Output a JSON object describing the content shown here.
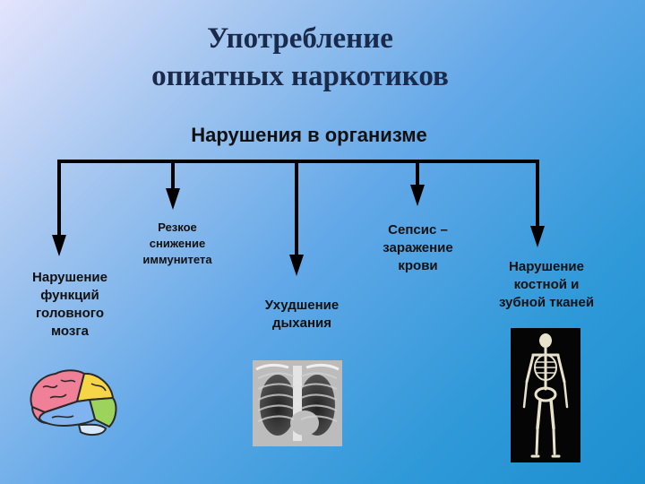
{
  "title_line1": "Употребление",
  "title_line2": "опиатных наркотиков",
  "subtitle": "Нарушения в организме",
  "effects": [
    {
      "lines": [
        "Нарушение",
        "функций",
        "головного",
        "мозга"
      ]
    },
    {
      "lines": [
        "Резкое",
        "снижение",
        "иммунитета"
      ]
    },
    {
      "lines": [
        "Ухудшение",
        "дыхания"
      ]
    },
    {
      "lines": [
        "Сепсис –",
        "заражение",
        "крови"
      ]
    },
    {
      "lines": [
        "Нарушение",
        "костной и",
        "зубной тканей"
      ]
    }
  ],
  "icons": [
    "brain-icon",
    "chest-xray-icon",
    "skeleton-icon"
  ],
  "colors": {
    "line": "#000000",
    "title": "#1a2a4a"
  }
}
